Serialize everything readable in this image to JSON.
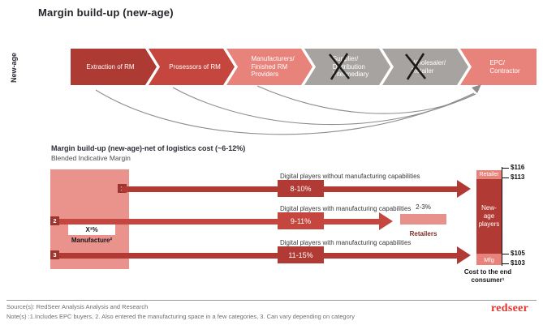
{
  "title": "Margin build-up (new-age)",
  "flow": {
    "axis_label": "New-age",
    "stages": [
      {
        "label": "Extraction of RM",
        "crossed": false
      },
      {
        "label": "Prosessors of  RM",
        "crossed": false
      },
      {
        "label": "Manufacturers/\nFinished RM\nProviders",
        "crossed": false
      },
      {
        "label": "Supplier/\nDistribution\nIntermediary",
        "crossed": true
      },
      {
        "label": "Wholesaler/\nRetailer",
        "crossed": true
      },
      {
        "label": "EPC/\nContractor",
        "crossed": false
      }
    ]
  },
  "section": {
    "heading": "Margin build-up (new-age)-net of logistics cost (~6-12%)",
    "subheading": "Blended Indicative Margin"
  },
  "diagram": {
    "manufacture_box": {
      "value": "X³%",
      "label": "Manufacture²"
    },
    "rows": [
      {
        "num": "1",
        "label": "Digital players without manufacturing capabilities",
        "margin": "8-10%"
      },
      {
        "num": "2",
        "label": "Digital players with manufacturing capabilities",
        "margin": "9-11%"
      },
      {
        "num": "3",
        "label": "Digital players with manufacturing capabilities",
        "margin": "11-15%"
      }
    ],
    "retailer_callout": {
      "value": "2-3%",
      "label": "Retailers"
    },
    "stack": {
      "segments": [
        {
          "label": "Retailer"
        },
        {
          "label": "New-age\nplayers"
        },
        {
          "label": "Mfg"
        }
      ],
      "ticks": [
        "$116",
        "$113",
        "$105",
        "$103"
      ],
      "caption": "Cost to the end\nconsumer¹"
    }
  },
  "footer": {
    "source": "Source(s): RedSeer  Analysis Analysis and Research",
    "note": "Note(s) :1.Includes EPC buyers, 2. Also entered the manufacturing space in a few categories, 3. Can vary depending on category",
    "logo": "redseer"
  },
  "colors": {
    "dark_red": "#b23a35",
    "mid_red": "#c5463e",
    "coral": "#e8837b",
    "pink_block": "#e9938c",
    "gray_stage": "#a7a3a1",
    "logo_red": "#e5332c"
  }
}
